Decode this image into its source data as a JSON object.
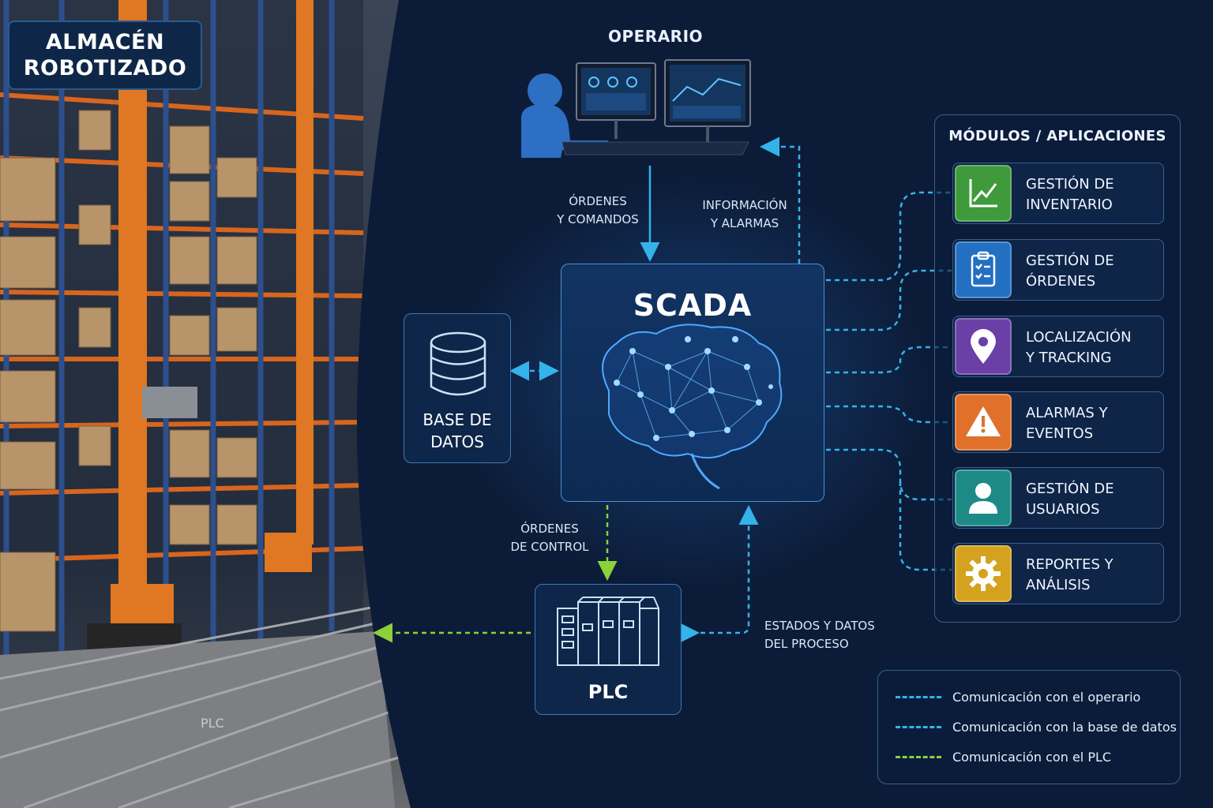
{
  "title": [
    "ALMACÉN",
    "ROBOTIZADO"
  ],
  "operario": "OPERARIO",
  "labels": {
    "ordenes_comandos": [
      "ÓRDENES",
      "Y COMANDOS"
    ],
    "informacion_alarmas": [
      "INFORMACIÓN",
      "Y ALARMAS"
    ],
    "ordenes_control": [
      "ÓRDENES",
      "DE CONTROL"
    ],
    "estados_datos": [
      "ESTADOS Y DATOS",
      "DEL PROCESO"
    ]
  },
  "scada": "SCADA",
  "database": [
    "BASE DE",
    "DATOS"
  ],
  "plc": "PLC",
  "floor_marking": "PLC",
  "modules_title": "MÓDULOS / APLICACIONES",
  "modules": [
    {
      "lines": [
        "GESTIÓN DE",
        "INVENTARIO"
      ],
      "icon": "chart-icon",
      "color": "#3e9a3b"
    },
    {
      "lines": [
        "GESTIÓN DE",
        "ÓRDENES"
      ],
      "icon": "clipboard-icon",
      "color": "#2370c3"
    },
    {
      "lines": [
        "LOCALIZACIÓN",
        "Y TRACKING"
      ],
      "icon": "location-pin-icon",
      "color": "#6a3fa6"
    },
    {
      "lines": [
        "ALARMAS Y",
        "EVENTOS"
      ],
      "icon": "warning-icon",
      "color": "#e0702a"
    },
    {
      "lines": [
        "GESTIÓN DE",
        "USUARIOS"
      ],
      "icon": "user-icon",
      "color": "#1d8a86"
    },
    {
      "lines": [
        "REPORTES Y",
        "ANÁLISIS"
      ],
      "icon": "gear-icon",
      "color": "#d4a21f"
    }
  ],
  "legend": [
    {
      "text": "Comunicación con el operario",
      "color": "#34b3ea"
    },
    {
      "text": "Comunicación con la base de datos",
      "color": "#34b3ea"
    },
    {
      "text": "Comunicación con el  PLC",
      "color": "#8bd13a"
    }
  ],
  "colors": {
    "background": "#0b1a33",
    "flow_blue": "#34b3ea",
    "flow_green": "#8bd13a",
    "box_border": "#3f79b6"
  }
}
